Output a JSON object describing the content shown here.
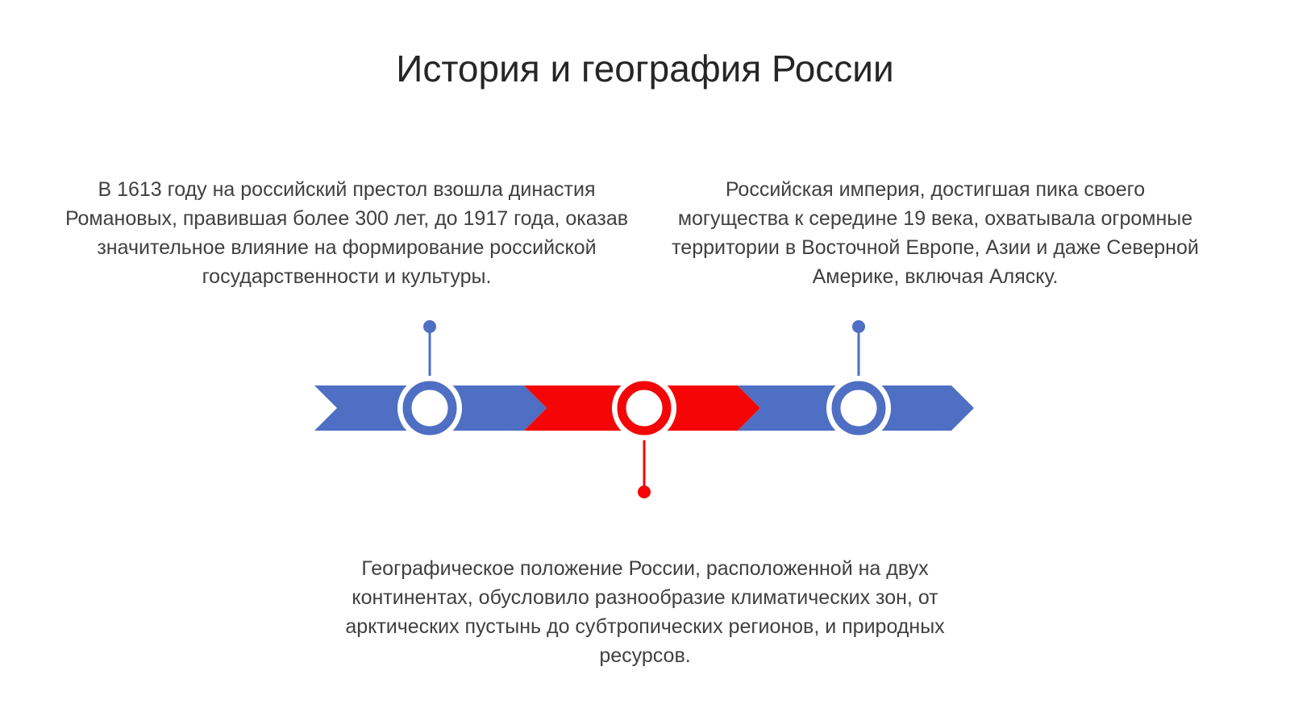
{
  "slide": {
    "title": "История и география России"
  },
  "timeline": {
    "events": [
      {
        "text": "В 1613 году на российский престол взошла династия Романовых, правившая более 300 лет, до 1917 года, оказав значительное влияние на формирование российской государственности и культуры.",
        "color": "#4f6fc4",
        "marker_side": "top"
      },
      {
        "text": "Географическое положение России, расположенной на двух континентах, обусловило разнообразие климатических зон, от арктических пустынь до субтропических регионов, и природных ресурсов.",
        "color": "#f50505",
        "marker_side": "bottom"
      },
      {
        "text": "Российская империя, достигшая пика своего могущества к середине 19 века, охватывала огромные территории в Восточной Европе, Азии и даже Северной Америке, включая Аляску.",
        "color": "#4f6fc4",
        "marker_side": "top"
      }
    ]
  },
  "colors": {
    "blue": "#4f6fc4",
    "red": "#f50505",
    "background": "#ffffff",
    "text": "#404040"
  }
}
